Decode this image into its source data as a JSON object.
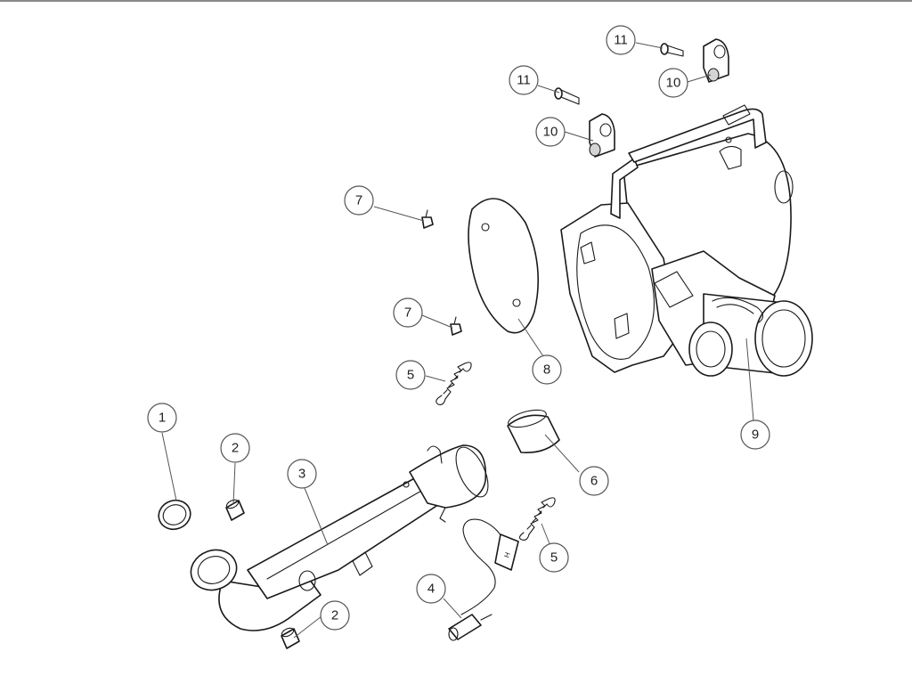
{
  "colors": {
    "line": "#1a1a1a",
    "leader": "#555555",
    "background": "#ffffff",
    "top_border": "#8a8a8a"
  },
  "callouts": {
    "c1": "1",
    "c2a": "2",
    "c2b": "2",
    "c3": "3",
    "c4": "4",
    "c5a": "5",
    "c5b": "5",
    "c6": "6",
    "c7a": "7",
    "c7b": "7",
    "c8": "8",
    "c9": "9",
    "c10a": "10",
    "c10b": "10",
    "c11a": "11",
    "c11b": "11"
  },
  "sensor_tag": "H"
}
